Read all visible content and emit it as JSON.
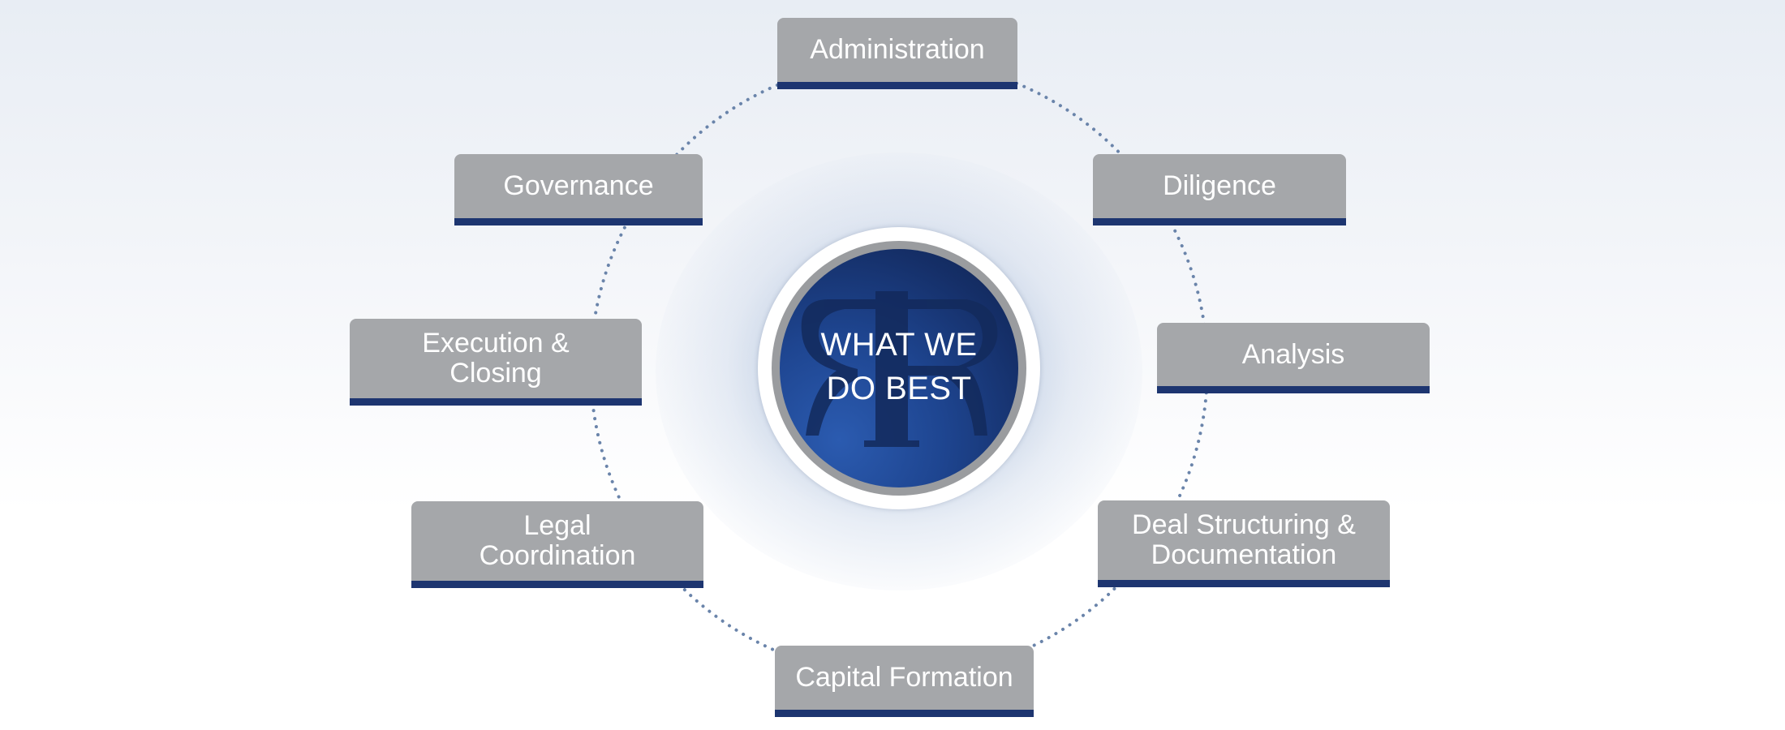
{
  "hub": {
    "line1": "WHAT WE",
    "line2": "DO BEST",
    "monogram_icon": "r-monogram-icon"
  },
  "nodes": [
    {
      "id": "administration",
      "label": "Administration"
    },
    {
      "id": "diligence",
      "label": "Diligence"
    },
    {
      "id": "analysis",
      "label": "Analysis"
    },
    {
      "id": "deal-structuring",
      "label": "Deal Structuring & Documentation"
    },
    {
      "id": "capital-formation",
      "label": "Capital Formation"
    },
    {
      "id": "legal-coordination",
      "label": "Legal Coordination"
    },
    {
      "id": "execution-closing",
      "label": "Execution & Closing"
    },
    {
      "id": "governance",
      "label": "Governance"
    }
  ],
  "colors": {
    "box_fill": "#a5a7aa",
    "box_underline": "#1d3570",
    "ring_dots": "#6a84aa",
    "hub_blue": "#1e4590"
  }
}
